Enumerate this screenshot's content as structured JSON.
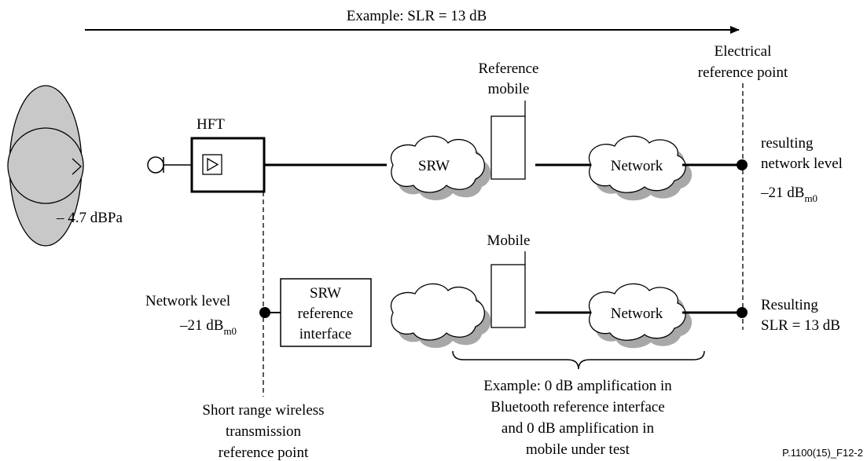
{
  "top": {
    "example": "Example: SLR = 13 dB"
  },
  "electrical_reference": {
    "line1": "Electrical",
    "line2": "reference point"
  },
  "head": {
    "level": "– 4.7 dBPa"
  },
  "hft": {
    "label": "HFT"
  },
  "top_path": {
    "srw_cloud": "SRW",
    "reference_mobile": {
      "line1": "Reference",
      "line2": "mobile"
    },
    "network_cloud": "Network",
    "result": {
      "line1": "resulting",
      "line2": "network level",
      "value_prefix": "–21 dB",
      "value_sub": "m0"
    }
  },
  "bottom_path": {
    "input": {
      "line1": "Network level",
      "value_prefix": "–21 dB",
      "value_sub": "m0"
    },
    "srw_interface": {
      "line1": "SRW",
      "line2": "reference",
      "line3": "interface"
    },
    "mobile": "Mobile",
    "network_cloud": "Network",
    "result": {
      "line1": "Resulting",
      "line2": "SLR = 13 dB"
    }
  },
  "notes": {
    "srw_point": {
      "line1": "Short range wireless",
      "line2": "transmission",
      "line3": "reference point"
    },
    "example": {
      "line1": "Example: 0 dB amplification in",
      "line2": "Bluetooth reference interface",
      "line3": "and 0 dB amplification in",
      "line4": "mobile under test"
    }
  },
  "figure_id": "P.1100(15)_F12-2",
  "colors": {
    "shape_fill": "#c8c8c8",
    "shadow_fill": "#a8a8a8",
    "line": "#000000"
  }
}
